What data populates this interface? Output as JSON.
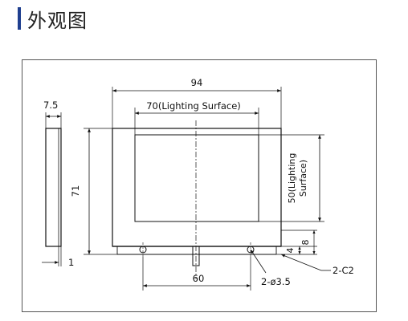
{
  "header": {
    "title": "外观图"
  },
  "drawing": {
    "dim_width_total": "94",
    "dim_lighting_width": "70(Lighting Surface)",
    "dim_height_total": "71",
    "dim_lighting_height_line1": "50(Lighting",
    "dim_lighting_height_line2": "Surface)",
    "dim_thickness": "7.5",
    "dim_offset": "1",
    "dim_hole_pitch": "60",
    "dim_holes": "2-ø3.5",
    "dim_small_4": "4",
    "dim_small_8": "8",
    "dim_chamfer": "2-C2"
  },
  "colors": {
    "accent": "#1f3f8f",
    "line": "#111111",
    "frame": "#555555"
  }
}
